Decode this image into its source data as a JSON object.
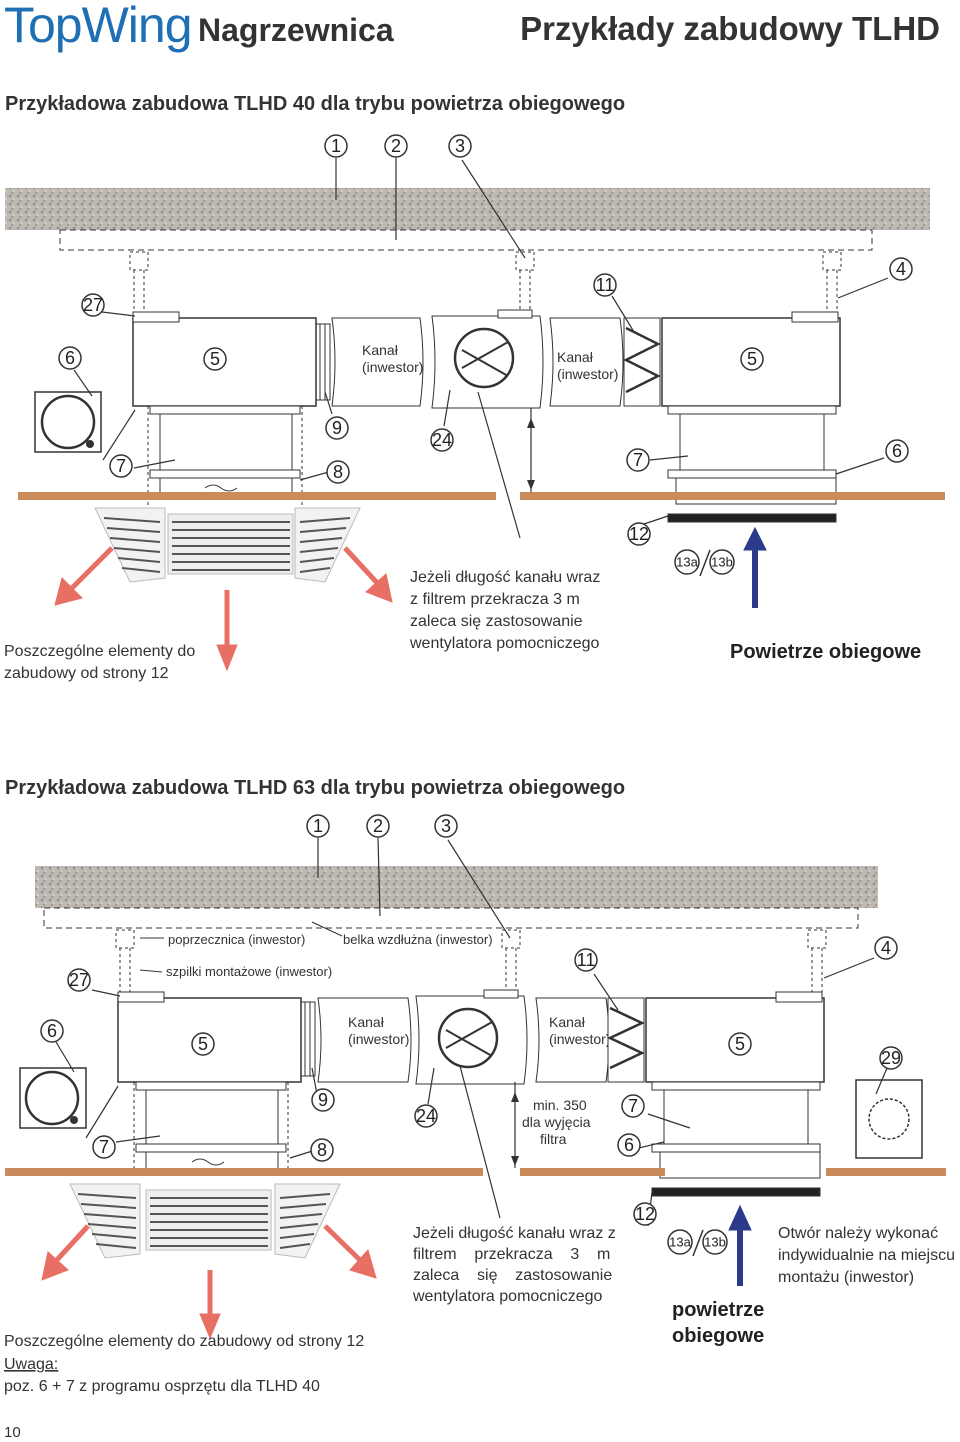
{
  "header": {
    "brand": "TopWing",
    "product": "Nagrzewnica",
    "page_title": "Przykłady zabudowy TLHD"
  },
  "section1": {
    "title": "Przykładowa zabudowa TLHD 40 dla trybu powietrza obiegowego",
    "labels": {
      "kanal_line1": "Kanał",
      "kanal_line2": "(inwestor)",
      "kanal2_line1": "Kanał",
      "kanal2_line2": "(inwestor)",
      "fan_note": [
        "Jeżeli długość kanału wraz",
        "z filtrem przekracza 3 m",
        "zaleca się zastosowanie",
        "wentylatora pomocniczego"
      ],
      "elements_note": [
        "Poszczególne elementy do",
        "zabudowy od strony 12"
      ],
      "air_label": "Powietrze obiegowe"
    },
    "markers": [
      "1",
      "2",
      "3",
      "4",
      "27",
      "11",
      "6",
      "5",
      "5",
      "9",
      "24",
      "7",
      "7",
      "8",
      "6",
      "12",
      "13a",
      "13b"
    ]
  },
  "section2": {
    "title": "Przykładowa zabudowa TLHD 63 dla trybu powietrza obiegowego",
    "labels": {
      "poprzecznica": "poprzecznica (inwestor)",
      "belka": "belka wzdłużna (inwestor)",
      "szpilki": "szpilki montażowe (inwestor)",
      "kanal_line1": "Kanał",
      "kanal_line2": "(inwestor)",
      "kanal2_line1": "Kanał",
      "kanal2_line2": "(inwestor)",
      "min_note": [
        "min. 350",
        "dla wyjęcia",
        "filtra"
      ],
      "fan_note": [
        "Jeżeli długość kanału wraz z",
        "filtrem    przekracza    3    m",
        "zaleca    się    zastosowanie",
        "wentylatora pomocniczego"
      ],
      "opening_note": [
        "Otwór należy wykonać",
        "indywidualnie na miejscu",
        "montażu (inwestor)"
      ],
      "air_label": [
        "powietrze",
        "obiegowe"
      ],
      "elements_note": "Poszczególne elementy do zabudowy od strony 12",
      "uwaga": "Uwaga:",
      "uwaga_text": "poz. 6 + 7 z programu osprzętu dla TLHD 40"
    },
    "markers": [
      "1",
      "2",
      "3",
      "4",
      "27",
      "11",
      "6",
      "5",
      "5",
      "29",
      "9",
      "24",
      "7",
      "7",
      "8",
      "6",
      "12",
      "13a",
      "13b"
    ]
  },
  "footer": {
    "page_number": "10"
  },
  "colors": {
    "brand": "#1f6fb4",
    "floor": "#c98a5c",
    "arrow_out": "#e86f63",
    "arrow_in": "#2c3a8c",
    "concrete": "#b9b4ad"
  }
}
